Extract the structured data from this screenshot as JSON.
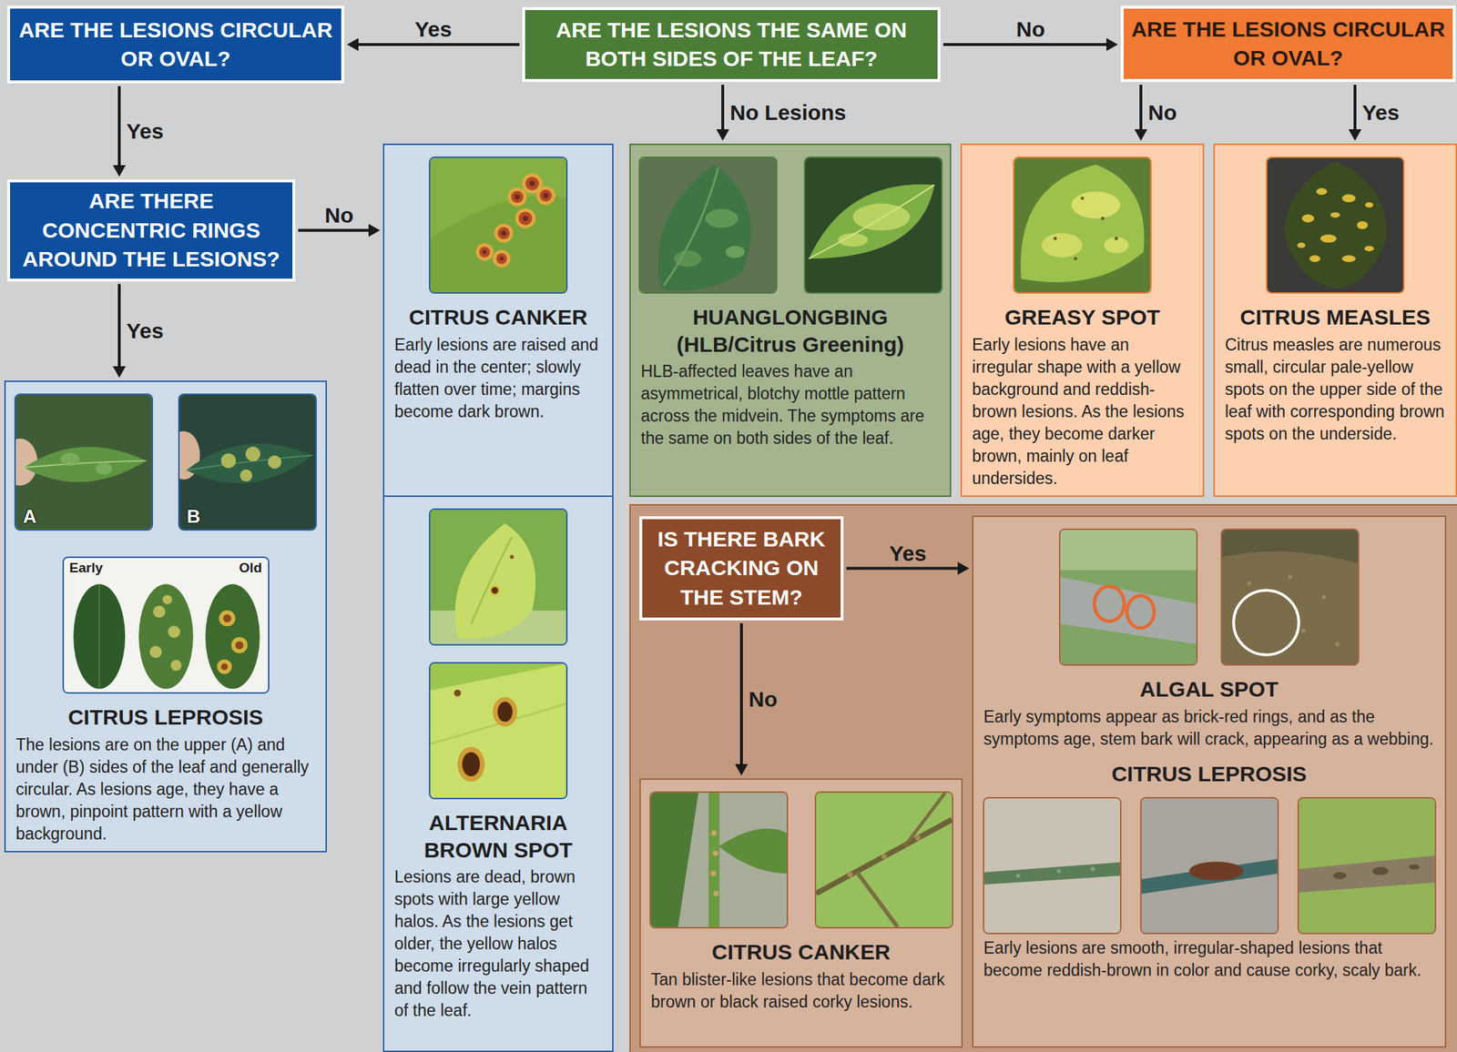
{
  "diagram": {
    "nodes": [
      {
        "text": [
          "ARE THE LESIONS CIRCULAR OR OVAL?"
        ]
      },
      {
        "text": [
          "ARE THE LESIONS THE SAME ON BOTH SIDES OF THE LEAF?"
        ]
      },
      {
        "text": [
          "ARE THE LESIONS CIRCULAR OR OVAL?"
        ]
      },
      {
        "text": [
          "ARE THERE CONCENTRIC RINGS AROUND THE LESIONS?"
        ]
      },
      {
        "text": [
          "CITRUS CANKER",
          "Early lesions are raised and dead in the center; slowly flatten over time; margins become dark brown."
        ]
      },
      {
        "text": [
          "HUANGLONGBING (HLB/Citrus Greening)",
          "HLB-affected leaves have an asymmetrical, blotchy mottle pattern across the midvein. The symptoms are the same on both sides of the leaf."
        ]
      },
      {
        "text": [
          "GREASY SPOT",
          "Early lesions have an irregular shape with a yellow background and reddish-brown lesions. As the lesions age, they become darker brown, mainly on leaf undersides."
        ]
      },
      {
        "text": [
          "CITRUS MEASLES",
          "Citrus measles are numerous small, circular pale-yellow spots on the upper side of the leaf with corresponding brown spots on the underside."
        ]
      },
      {
        "text": [
          "CITRUS LEPROSIS",
          "The lesions are on the upper (A) and under (B) sides of the leaf and generally circular. As lesions age, they have a brown, pinpoint pattern with a yellow background."
        ]
      },
      {
        "text": [
          "ALTERNARIA BROWN SPOT",
          "Lesions are dead, brown spots with large yellow halos. As the lesions get older, the yellow halos become irregularly shaped and follow the vein pattern of the leaf."
        ]
      },
      {
        "text": [
          "IS THERE BARK CRACKING ON THE STEM?"
        ]
      },
      {
        "text": [
          "ALGAL SPOT",
          "Early symptoms appear as brick-red rings, and as the symptoms age, stem bark will crack, appearing as a webbing.",
          "CITRUS LEPROSIS",
          "Early lesions are smooth, irregular-shaped lesions that become reddish-brown in color and cause corky, scaly bark."
        ]
      },
      {
        "text": [
          "CITRUS CANKER",
          "Tan blister-like lesions that become dark brown or black raised corky lesions."
        ]
      }
    ],
    "edges": [
      {
        "from": 1,
        "to": 0,
        "label": "Yes",
        "arrow": "to"
      },
      {
        "from": 1,
        "to": 2,
        "label": "No",
        "arrow": "to"
      },
      {
        "from": 1,
        "to": 5,
        "label": "No Lesions",
        "arrow": "to"
      },
      {
        "from": 0,
        "to": 3,
        "label": "Yes",
        "arrow": "to"
      },
      {
        "from": 3,
        "to": 8,
        "label": "Yes",
        "arrow": "to"
      },
      {
        "from": 3,
        "to": 4,
        "label": "No",
        "arrow": "to"
      },
      {
        "from": 2,
        "to": 6,
        "label": "No",
        "arrow": "to"
      },
      {
        "from": 2,
        "to": 7,
        "label": "Yes",
        "arrow": "to"
      },
      {
        "from": 10,
        "to": 11,
        "label": "Yes",
        "arrow": "to"
      },
      {
        "from": 10,
        "to": 12,
        "label": "No",
        "arrow": "to"
      }
    ],
    "labels": [
      "A",
      "B",
      "Early",
      "Old"
    ]
  }
}
